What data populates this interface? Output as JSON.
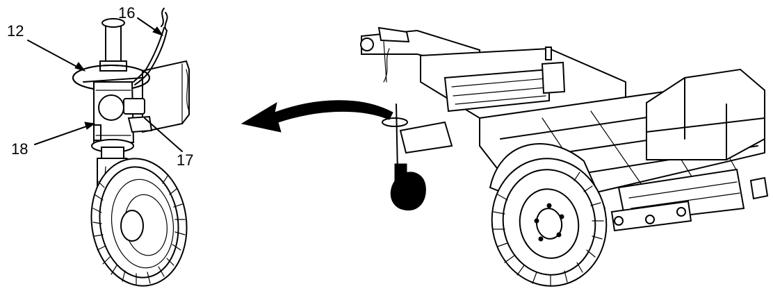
{
  "callouts": {
    "c12": "12",
    "c16": "16",
    "c17": "17",
    "c18": "18"
  }
}
